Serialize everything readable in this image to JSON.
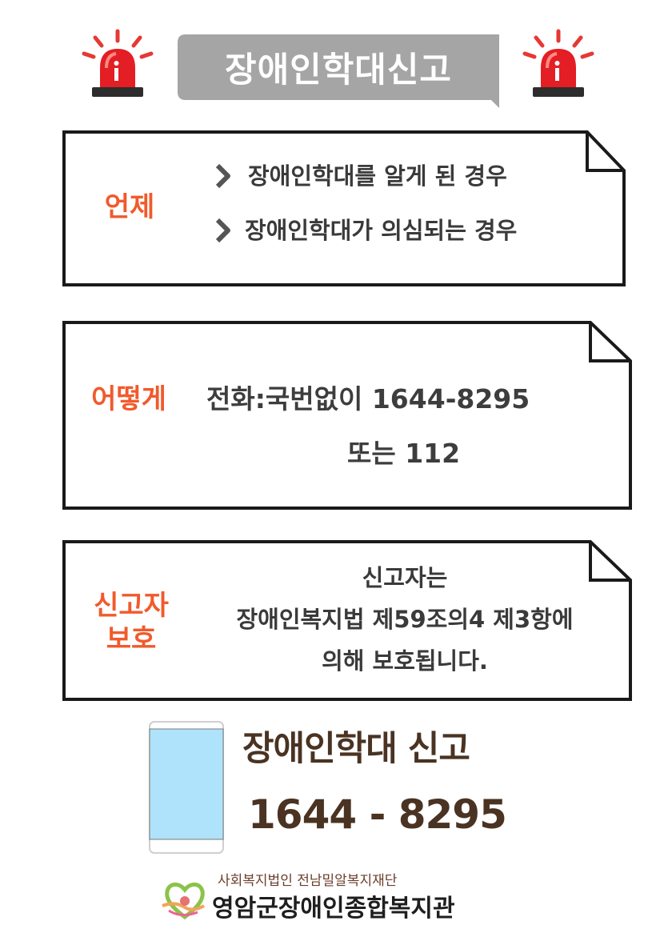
{
  "title": "장애인학대신고",
  "when": {
    "label": "언제",
    "items": [
      "장애인학대를 알게 된 경우",
      "장애인학대가 의심되는 경우"
    ]
  },
  "how": {
    "label": "어떻게",
    "line1": "전화:국번없이 1644-8295",
    "line2": "또는 112"
  },
  "protect": {
    "label_line1": "신고자",
    "label_line2": "보호",
    "line1": "신고자는",
    "line2": "장애인복지법 제59조의4 제3항에",
    "line3": "의해 보호됩니다."
  },
  "hotline": {
    "title": "장애인학대 신고",
    "number": "1644 - 8295"
  },
  "organization": {
    "subtitle": "사회복지법인 전남밀알복지재단",
    "name": "영암군장애인종합복지관"
  },
  "colors": {
    "accent": "#f15a2c",
    "banner": "#a5a5a5",
    "hotline_text": "#4a3322",
    "phone_screen": "#aee3fb"
  },
  "icons": [
    "siren-icon",
    "chevron-right-icon",
    "smartphone-icon",
    "heart-logo-icon"
  ]
}
